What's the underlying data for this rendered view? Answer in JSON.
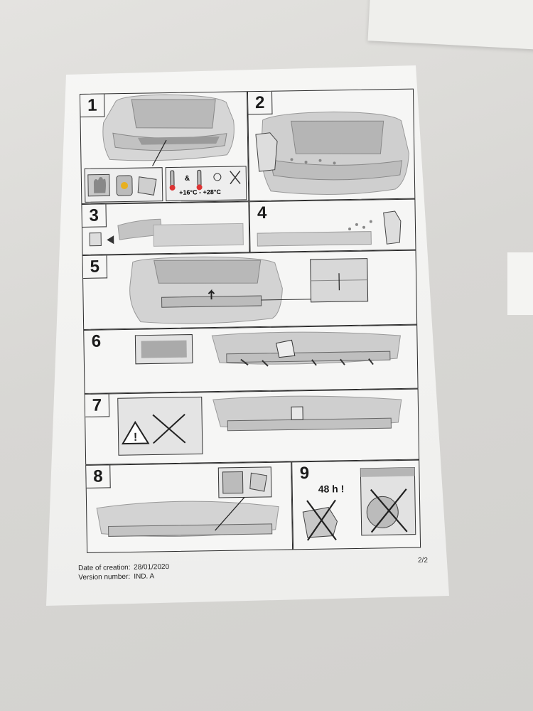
{
  "steps": [
    {
      "number": "1"
    },
    {
      "number": "2"
    },
    {
      "number": "3"
    },
    {
      "number": "4"
    },
    {
      "number": "5"
    },
    {
      "number": "6"
    },
    {
      "number": "7"
    },
    {
      "number": "8"
    },
    {
      "number": "9"
    }
  ],
  "step1": {
    "temp_range": "+16°C - +28°C",
    "ampersand": "&"
  },
  "step9": {
    "wait_label": "48 h !"
  },
  "footer": {
    "date_label": "Date of creation:",
    "date_value": "28/01/2020",
    "version_label": "Version number:",
    "version_value": "IND. A"
  },
  "page_number": "2/2"
}
